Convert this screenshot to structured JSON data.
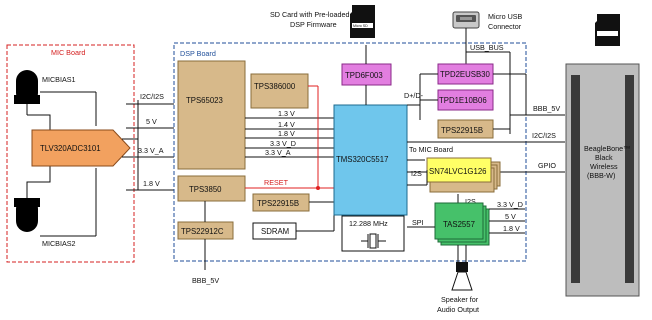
{
  "mic_board": {
    "title": "MIC Board",
    "micbias1": "MICBIAS1",
    "micbias2": "MICBIAS2",
    "codec": "TLV320ADC3101"
  },
  "dsp_board": {
    "title": "DSP Board"
  },
  "blocks": {
    "tps65023": "TPS65023",
    "tps386000": "TPS386000",
    "tps3850": "TPS3850",
    "tps22915b_left": "TPS22915B",
    "tps22912c": "TPS22912C",
    "sdram": "SDRAM",
    "tpd6f003": "TPD6F003",
    "tpd2eusb30": "TPD2EUSB30",
    "tpd1e10b06": "TPD1E10B06",
    "tps22915b_right": "TPS22915B",
    "tms320c5517": "TMS320C5517",
    "sn74lvc1g126": "SN74LVC1G126",
    "tas2557": "TAS2557",
    "crystal": "12.288 MHz"
  },
  "beaglebone": {
    "line1": "BeagleBone™",
    "line2": "Black",
    "line3": "Wireless",
    "line4": "(BBB-W)"
  },
  "labels": {
    "sd_card_line1": "SD Card with Pre-loaded",
    "sd_card_line2": "DSP Firmware",
    "micro_sd": "Micro SD",
    "micro_usb_line1": "Micro USB",
    "micro_usb_line2": "Connector",
    "usb_bus": "USB_BUS",
    "dplus_dminus": "D+/D-",
    "i2c_i2s_left": "I2C/I2S",
    "v5_left": "5 V",
    "v33a_left": "3.3 V_A",
    "v18_left": "1.8 V",
    "rail_13": "1.3 V",
    "rail_14": "1.4 V",
    "rail_18": "1.8 V",
    "rail_33d": "3.3 V_D",
    "rail_33a": "3.3 V_A",
    "reset": "RESET",
    "bbb_5v_right": "BBB_5V",
    "i2c_i2s_right": "I2C/I2S",
    "gpio": "GPIO",
    "bbb_5v_bottom": "BBB_5V",
    "to_mic_board": "To MIC Board",
    "i2s_a": "I2S",
    "i2s_b": "I2S",
    "spi": "SPI",
    "tas_33vd": "3.3 V_D",
    "tas_5v": "5 V",
    "tas_18v": "1.8 V",
    "speaker_line1": "Speaker for",
    "speaker_line2": "Audio Output"
  },
  "colors": {
    "mic_border": "#d42020",
    "dsp_border": "#1f4e99",
    "tan": "#d7b98a",
    "tan_stroke": "#8a6d3b",
    "magenta": "#e27ee0",
    "orange": "#f2a15f",
    "blue_chip": "#6fc6ec",
    "green": "#46c16a",
    "yellow": "#ffff66",
    "bbb_gray": "#bdbdbd"
  }
}
